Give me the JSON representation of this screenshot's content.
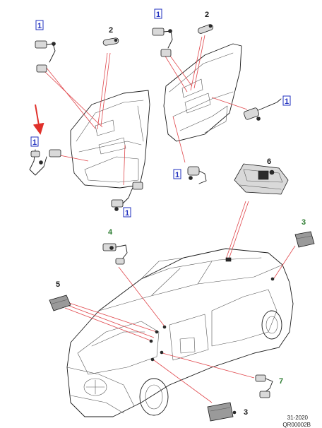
{
  "diagram": {
    "callouts": [
      {
        "id": "c1",
        "text": "1",
        "style": "boxed-blue"
      },
      {
        "id": "c2",
        "text": "2",
        "style": "dark"
      },
      {
        "id": "c3",
        "text": "1",
        "style": "boxed-blue"
      },
      {
        "id": "c4",
        "text": "2",
        "style": "dark"
      },
      {
        "id": "c5",
        "text": "1",
        "style": "boxed-blue"
      },
      {
        "id": "c6",
        "text": "1",
        "style": "boxed-blue"
      },
      {
        "id": "c7",
        "text": "1",
        "style": "boxed-blue"
      },
      {
        "id": "c8",
        "text": "6",
        "style": "dark"
      },
      {
        "id": "c9",
        "text": "3",
        "style": "green"
      },
      {
        "id": "c10",
        "text": "4",
        "style": "green"
      },
      {
        "id": "c11",
        "text": "5",
        "style": "dark"
      },
      {
        "id": "c12",
        "text": "7",
        "style": "green"
      },
      {
        "id": "c13",
        "text": "3",
        "style": "dark"
      },
      {
        "id": "c14",
        "text": "1",
        "style": "boxed-blue"
      }
    ],
    "footer": {
      "code": "31-2020",
      "ref": "QR00002B"
    },
    "colors": {
      "callout_blue": "#1f2fbf",
      "callout_green": "#2e7d32",
      "leader_line": "#e0474c",
      "arrow": "#e0302a"
    }
  }
}
